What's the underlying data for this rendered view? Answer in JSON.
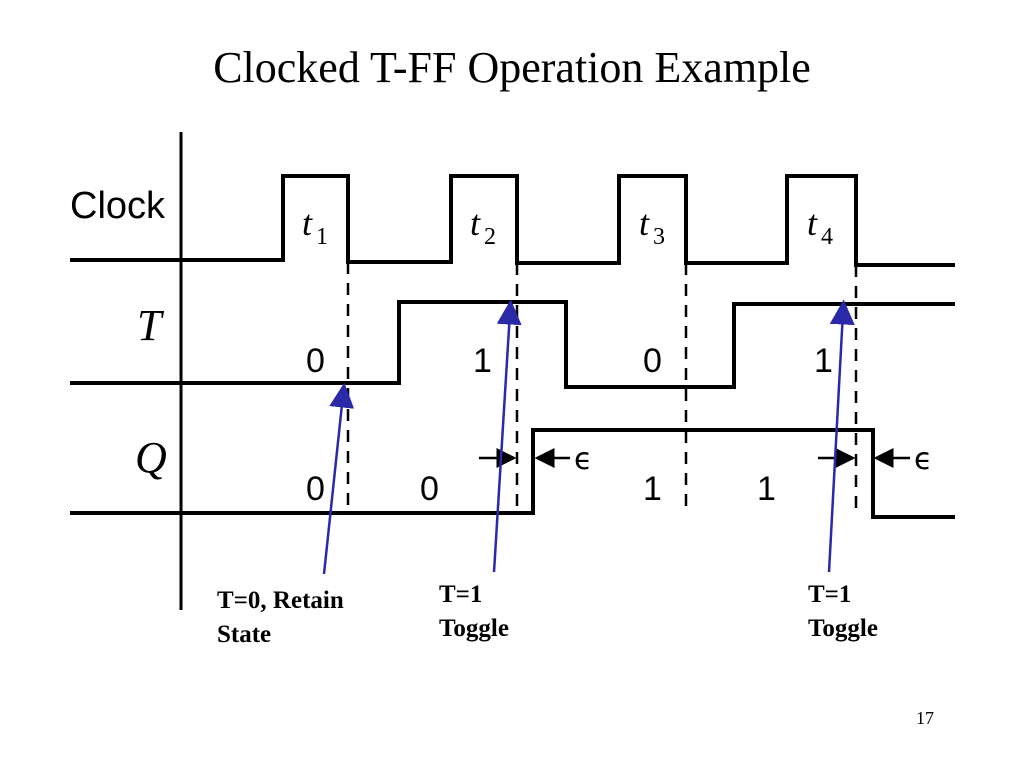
{
  "title": "Clocked T-FF Operation Example",
  "signals": {
    "clock": "Clock",
    "t": "T",
    "q": "Q"
  },
  "ticks": [
    "t",
    "t",
    "t",
    "t"
  ],
  "tick_subscripts": [
    "1",
    "2",
    "3",
    "4"
  ],
  "t_values": [
    "0",
    "1",
    "0",
    "1"
  ],
  "q_values": [
    "0",
    "0",
    "1",
    "1"
  ],
  "epsilon": [
    "ϵ",
    "ϵ"
  ],
  "annotations": {
    "retain": {
      "line1": "T=0, Retain",
      "line2": "State"
    },
    "toggle1": {
      "line1": "T=1",
      "line2": "Toggle"
    },
    "toggle2": {
      "line1": "T=1",
      "line2": "Toggle"
    }
  },
  "page_number": "17",
  "colors": {
    "arrow": "#2a2aa8",
    "ink": "#000000"
  }
}
